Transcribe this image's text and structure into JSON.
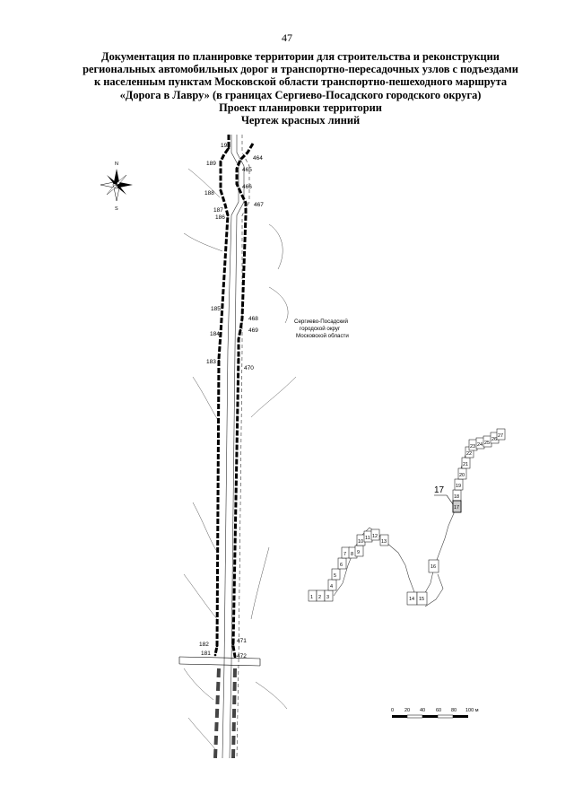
{
  "page_number": "47",
  "title_lines": [
    "Документация по планировке территории для строительства и реконструкции",
    "региональных автомобильных дорог и транспортно-пересадочных узлов с подъездами",
    "к населенным пунктам Московской области транспортно-пешеходного маршрута",
    "«Дорога в Лавру» (в границах Сергиево-Посадского городского округа)",
    "Проект планировки территории",
    "Чертеж красных линий"
  ],
  "region_label": [
    "Сергиево-Посадский",
    "городской округ",
    "Московской области"
  ],
  "compass": {
    "north": "N",
    "south": "S"
  },
  "route_points_left": [
    "190",
    "189",
    "188",
    "187",
    "186",
    "185",
    "184",
    "183",
    "182",
    "181"
  ],
  "route_points_right": [
    "464",
    "465",
    "466",
    "467",
    "468",
    "469",
    "470",
    "471",
    "472"
  ],
  "sheet_numbers": [
    "1",
    "2",
    "3",
    "4",
    "5",
    "6",
    "7",
    "8",
    "9",
    "10",
    "11",
    "12",
    "13",
    "14",
    "15",
    "16",
    "17",
    "18",
    "19",
    "20",
    "21",
    "22",
    "23",
    "24",
    "25",
    "26",
    "27"
  ],
  "current_sheet": "17",
  "scale_bar": {
    "labels": [
      "0",
      "20",
      "40",
      "60",
      "80",
      "100 м"
    ]
  }
}
